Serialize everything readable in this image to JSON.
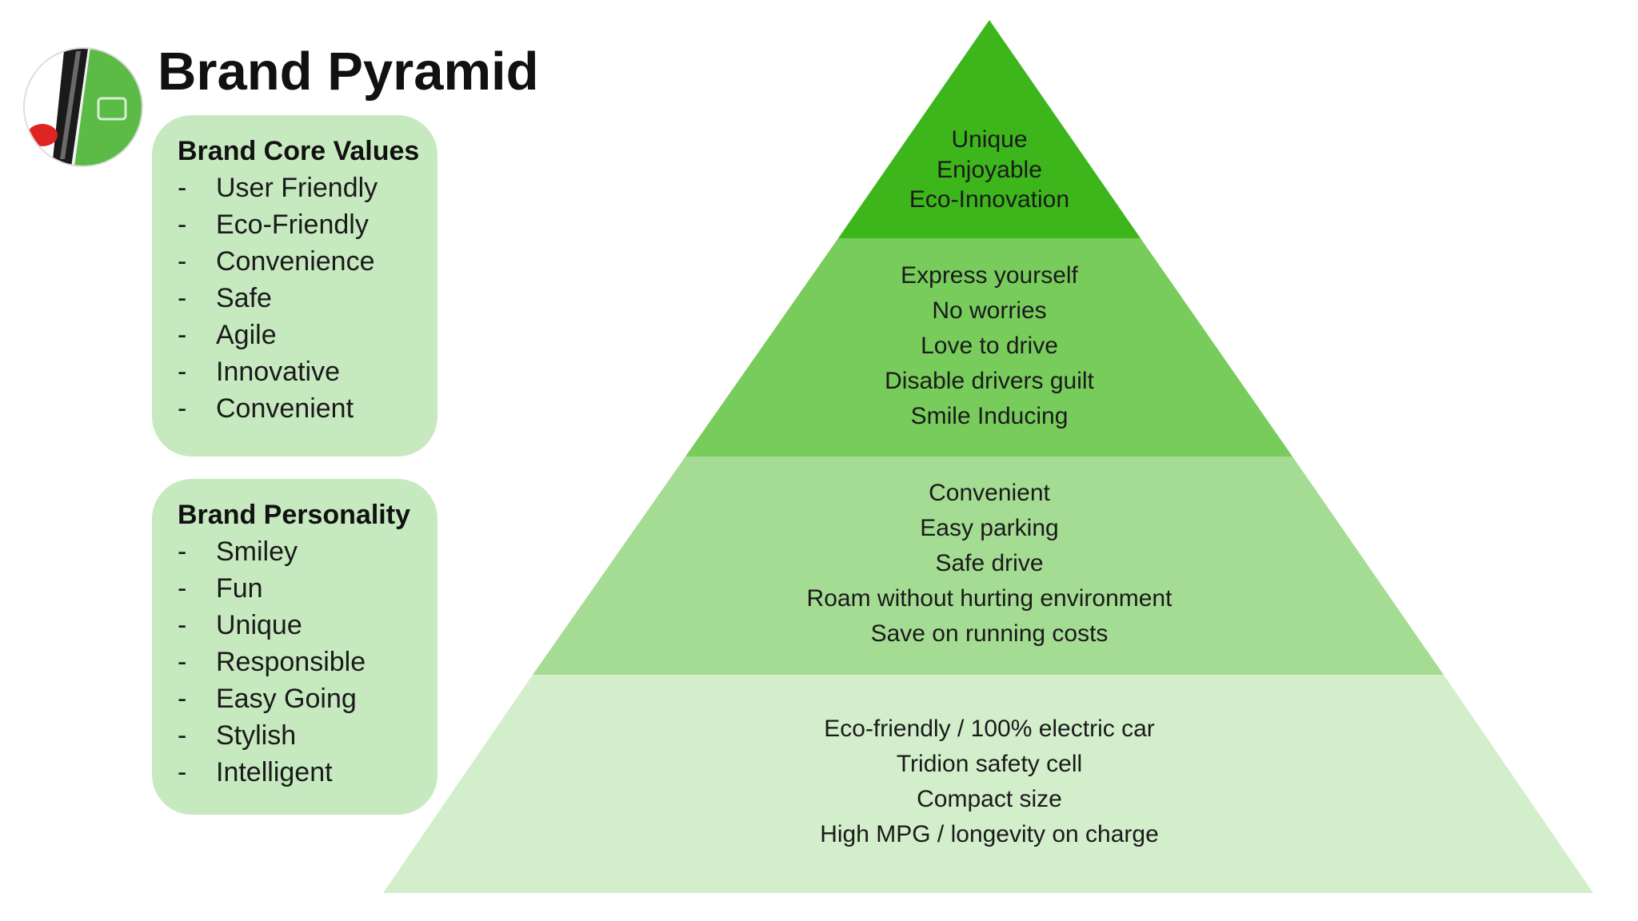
{
  "header": {
    "title": "Brand Pyramid"
  },
  "core_values": {
    "heading": "Brand Core Values",
    "items": [
      "User Friendly",
      "Eco-Friendly",
      "Convenience",
      "Safe",
      "Agile",
      "Innovative",
      "Convenient"
    ]
  },
  "personality": {
    "heading": "Brand Personality",
    "items": [
      "Smiley",
      "Fun",
      "Unique",
      "Responsible",
      "Easy Going",
      "Stylish",
      "Intelligent"
    ]
  },
  "list_marker": "-",
  "pyramid": {
    "tiers": [
      {
        "lines": [
          "Unique",
          "Enjoyable",
          "Eco-Innovation"
        ],
        "color": "#3db61b"
      },
      {
        "lines": [
          "Express yourself",
          "No worries",
          "Love to drive",
          "Disable drivers guilt",
          "Smile Inducing"
        ],
        "color": "#78cc5c"
      },
      {
        "lines": [
          "Convenient",
          "Easy parking",
          "Safe drive",
          "Roam without hurting environment",
          "Save on running costs"
        ],
        "color": "#a5dc93"
      },
      {
        "lines": [
          "Eco-friendly / 100% electric car",
          "Tridion safety cell",
          "Compact size",
          "High MPG / longevity on charge"
        ],
        "color": "#d3eecb"
      }
    ]
  },
  "logo": {
    "icon": "electric-car-icon",
    "colors": {
      "car_body": "#ffffff",
      "window": "#1a1a1a",
      "accent": "#5cba47",
      "tail_light": "#e02424"
    }
  }
}
